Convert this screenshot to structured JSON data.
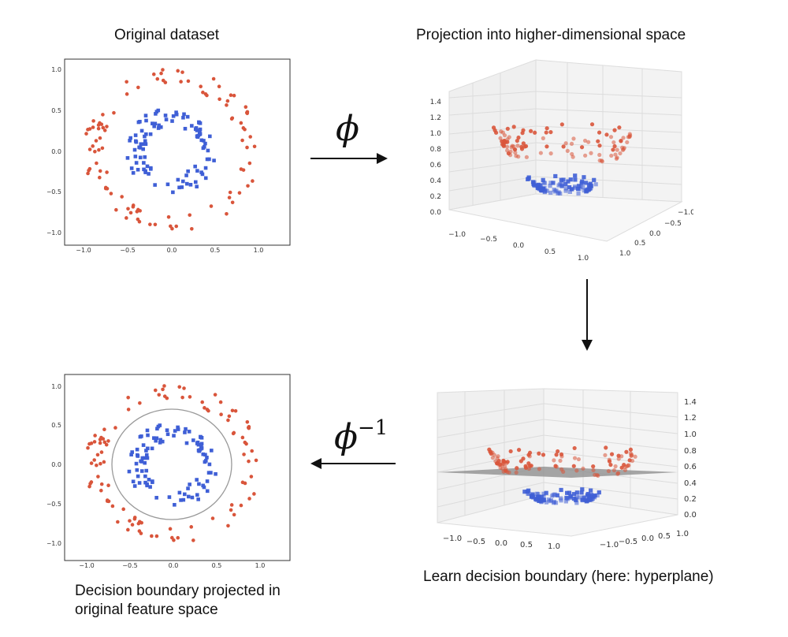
{
  "panels": {
    "original": {
      "title": "Original dataset",
      "x_ticks": [
        "−1.0",
        "−0.5",
        "0.0",
        "0.5",
        "1.0"
      ],
      "y_ticks": [
        "1.0",
        "0.5",
        "0.0",
        "−0.5",
        "−1.0"
      ]
    },
    "projection": {
      "title": "Projection into higher-dimensional space",
      "z_ticks": [
        "1.4",
        "1.2",
        "1.0",
        "0.8",
        "0.6",
        "0.4",
        "0.2",
        "0.0"
      ],
      "x_ticks": [
        "−1.0",
        "−0.5",
        "0.0",
        "0.5",
        "1.0"
      ],
      "y_ticks": [
        "−1.0",
        "−0.5",
        "0.0",
        "0.5",
        "1.0"
      ]
    },
    "hyperplane": {
      "caption": "Learn decision boundary (here: hyperplane)",
      "z_ticks": [
        "1.4",
        "1.2",
        "1.0",
        "0.8",
        "0.6",
        "0.4",
        "0.2",
        "0.0"
      ],
      "x_ticks": [
        "−1.0",
        "−0.5",
        "0.0",
        "0.5",
        "1.0"
      ],
      "y_ticks": [
        "−1.0",
        "−0.5",
        "0.0",
        "0.5",
        "1.0"
      ]
    },
    "boundary": {
      "caption_line1": "Decision boundary projected in",
      "caption_line2": "original feature space",
      "x_ticks": [
        "−1.0",
        "−0.5",
        "0.0",
        "0.5",
        "1.0"
      ],
      "y_ticks": [
        "1.0",
        "0.5",
        "0.0",
        "−0.5",
        "−1.0"
      ]
    }
  },
  "arrows": {
    "phi": "ϕ",
    "phi_inverse_base": "ϕ",
    "phi_inverse_exp": "−1"
  },
  "colors": {
    "outer_class": "#d9553b",
    "inner_class": "#3f5fd6",
    "axis": "#333333",
    "boundary_circle": "#999999",
    "hyperplane": "#8a8a8a"
  }
}
